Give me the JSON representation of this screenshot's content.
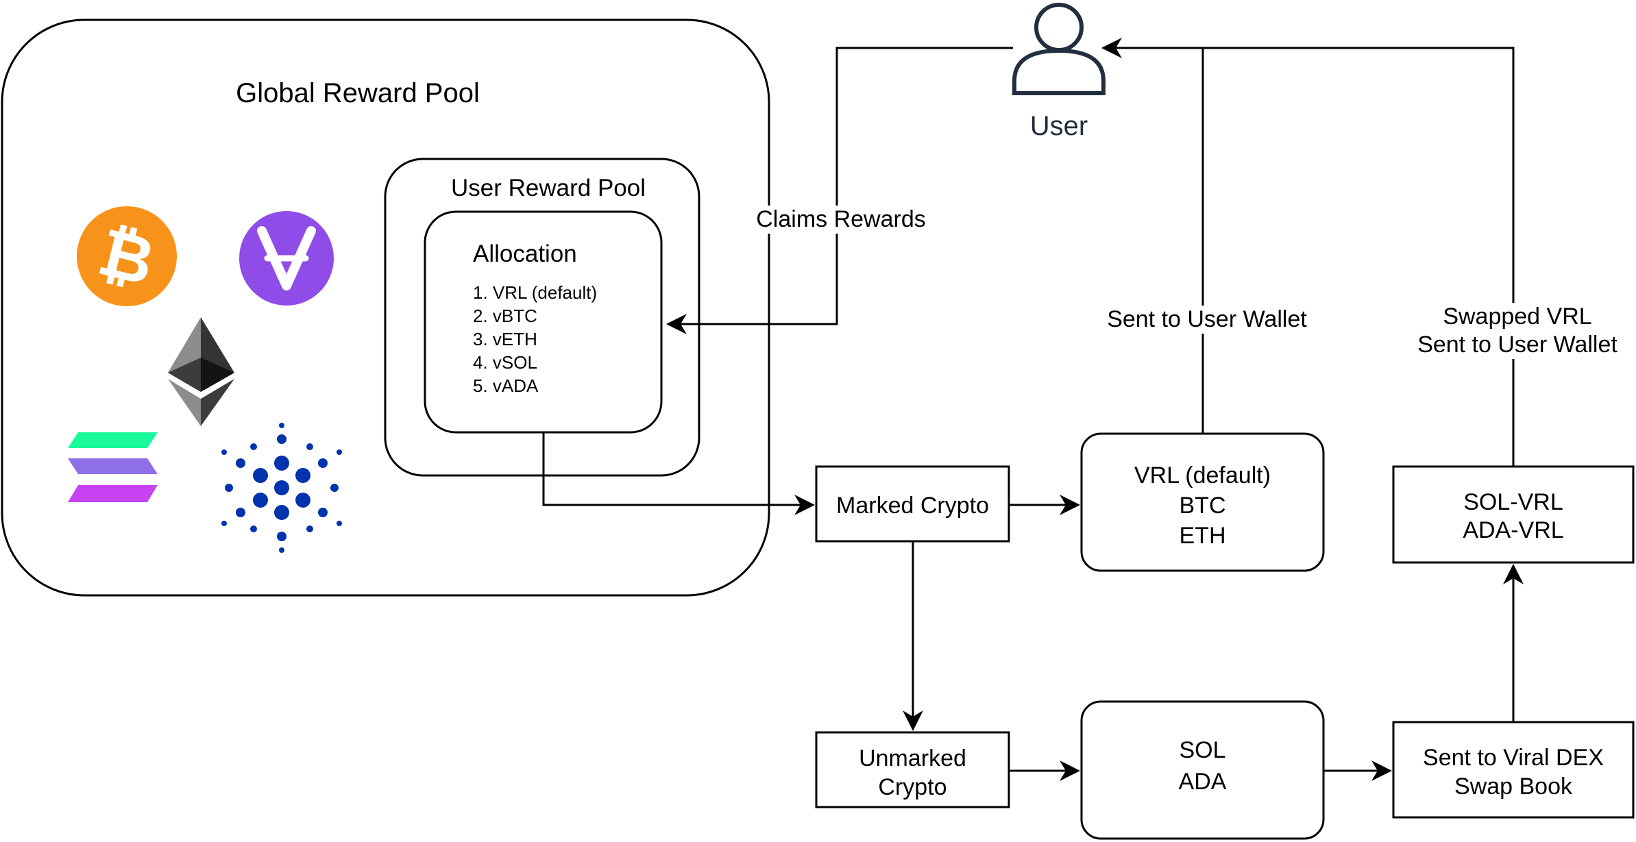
{
  "global_pool": {
    "title": "Global Reward Pool"
  },
  "user_pool": {
    "title": "User Reward Pool"
  },
  "allocation": {
    "title": "Allocation",
    "items": [
      "1. VRL (default)",
      "2. vBTC",
      "3. vETH",
      "4. vSOL",
      "5. vADA"
    ]
  },
  "icons": [
    {
      "name": "bitcoin-icon",
      "color": "#f7931a"
    },
    {
      "name": "viral-icon",
      "color": "#8f4ce8"
    },
    {
      "name": "ethereum-icon",
      "color": "#343434"
    },
    {
      "name": "solana-icon",
      "color": "#9945ff"
    },
    {
      "name": "cardano-icon",
      "color": "#0033ad"
    },
    {
      "name": "user-icon",
      "color": "#232f3e"
    }
  ],
  "user": {
    "label": "User"
  },
  "edges": {
    "claims": "Claims Rewards",
    "sent_wallet": "Sent to User Wallet",
    "swapped": [
      "Swapped VRL",
      "Sent to User Wallet"
    ]
  },
  "boxes": {
    "marked": "Marked Crypto",
    "unmarked": [
      "Unmarked",
      "Crypto"
    ],
    "vrl_group": [
      "VRL (default)",
      "BTC",
      "ETH"
    ],
    "sol_group": [
      "SOL",
      "ADA"
    ],
    "swap_pairs": [
      "SOL-VRL",
      "ADA-VRL"
    ],
    "dex": [
      "Sent to Viral DEX",
      "Swap Book"
    ]
  }
}
